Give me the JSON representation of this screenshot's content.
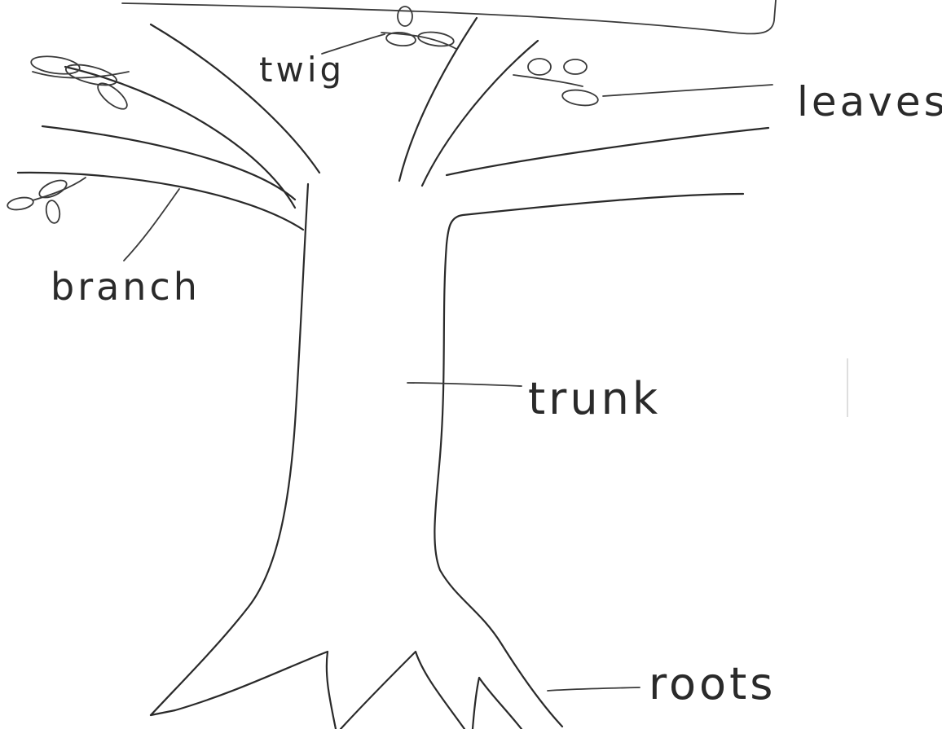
{
  "diagram": {
    "labels": {
      "twig": "twig",
      "leaves": "leaves",
      "branch": "branch",
      "trunk": "trunk",
      "roots": "roots"
    }
  }
}
